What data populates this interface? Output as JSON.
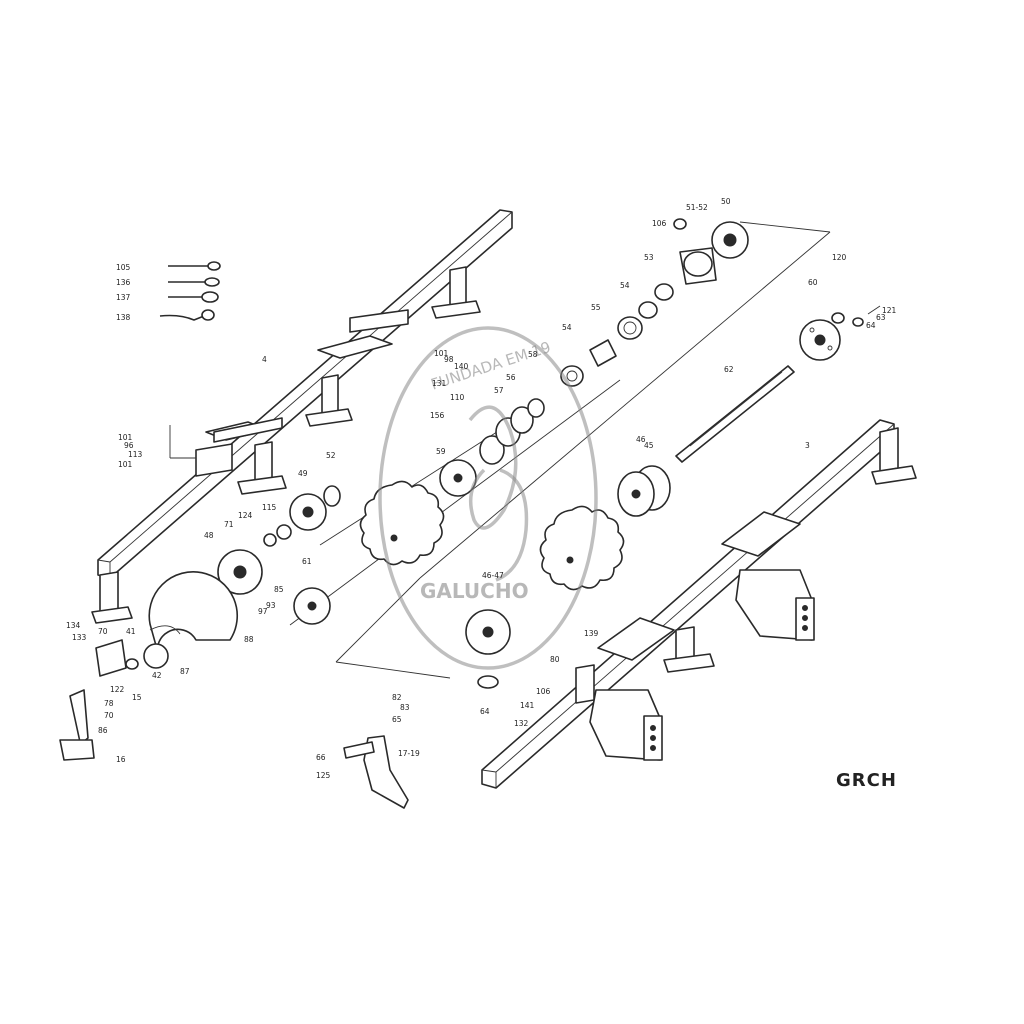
{
  "diagram": {
    "code": "GRCH",
    "stamp_top_text": "FUNDADA EM 19",
    "stamp_name": "GALUCHO",
    "labels": {
      "l4": "4",
      "l3": "3",
      "l50": "50",
      "l5152": "51-52",
      "l106a": "106",
      "l53": "53",
      "l54a": "54",
      "l55": "55",
      "l54b": "54",
      "l120": "120",
      "l60": "60",
      "l121": "121",
      "l63": "63",
      "l64a": "64",
      "l62": "62",
      "l105": "105",
      "l136": "136",
      "l137": "137",
      "l138": "138",
      "l101a": "101",
      "l98": "98",
      "l140": "140",
      "l131": "131",
      "l101b": "101",
      "l96": "96",
      "l113": "113",
      "l101c": "101",
      "l58": "58",
      "l57": "57",
      "l56": "56",
      "l110": "110",
      "l156": "156",
      "l59": "59",
      "l49": "49",
      "l52": "52",
      "l115": "115",
      "l124": "124",
      "l71": "71",
      "l48": "48",
      "l85": "85",
      "l93": "93",
      "l97": "97",
      "l61": "61",
      "l88": "88",
      "l87": "87",
      "l46": "46",
      "l45": "45",
      "l4647": "46-47",
      "l139": "139",
      "l80": "80",
      "l106b": "106",
      "l141": "141",
      "l64b": "64",
      "l132": "132",
      "l134": "134",
      "l133": "133",
      "l70a": "70",
      "l41": "41",
      "l122": "122",
      "l42": "42",
      "l15": "15",
      "l78": "78",
      "l70b": "70",
      "l86": "86",
      "l16": "16",
      "l82": "82",
      "l83": "83",
      "l65": "65",
      "l66": "66",
      "l1719": "17-19",
      "l125": "125"
    }
  }
}
